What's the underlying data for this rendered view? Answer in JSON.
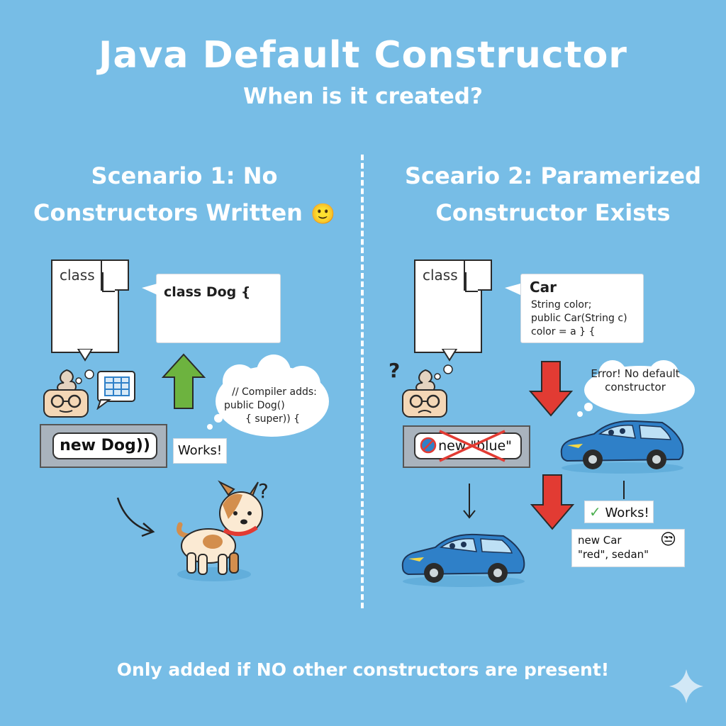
{
  "header": {
    "title": "Java Default Constructor",
    "subtitle": "When is it created?"
  },
  "left": {
    "heading_line1": "Scenario 1: No",
    "heading_line2": "Constructors Written",
    "emoji": "🙂",
    "doc_label": "class",
    "speech_code": "class Dog {",
    "thought_line1": "// Compiler adds:",
    "thought_line2": "public Dog()",
    "thought_line3": "{ super)) {",
    "call_label": "new Dog))",
    "result_label": "Works!",
    "question_mark": "?"
  },
  "right": {
    "heading_line1": "Sceario 2: Paramerized",
    "heading_line2": "Constructor Exists",
    "doc_label": "class",
    "question_mark": "?",
    "speech_title": "Car",
    "speech_line1": "String color;",
    "speech_line2": "public Car(String c)",
    "speech_line3": "color = a } {",
    "error_line1": "Error! No default",
    "error_line2": "constructor",
    "call_label": "new \"blue\"",
    "result_label": "Works!",
    "new_car_line1": "new Car",
    "new_car_line2": "\"red\", sedan\"",
    "emoji": "😒"
  },
  "footer": {
    "text": "Only added if NO other constructors are present!"
  },
  "colors": {
    "background": "#77bde6",
    "green_arrow": "#6db33f",
    "red_arrow": "#e23b33",
    "car_blue": "#2f80c8"
  }
}
